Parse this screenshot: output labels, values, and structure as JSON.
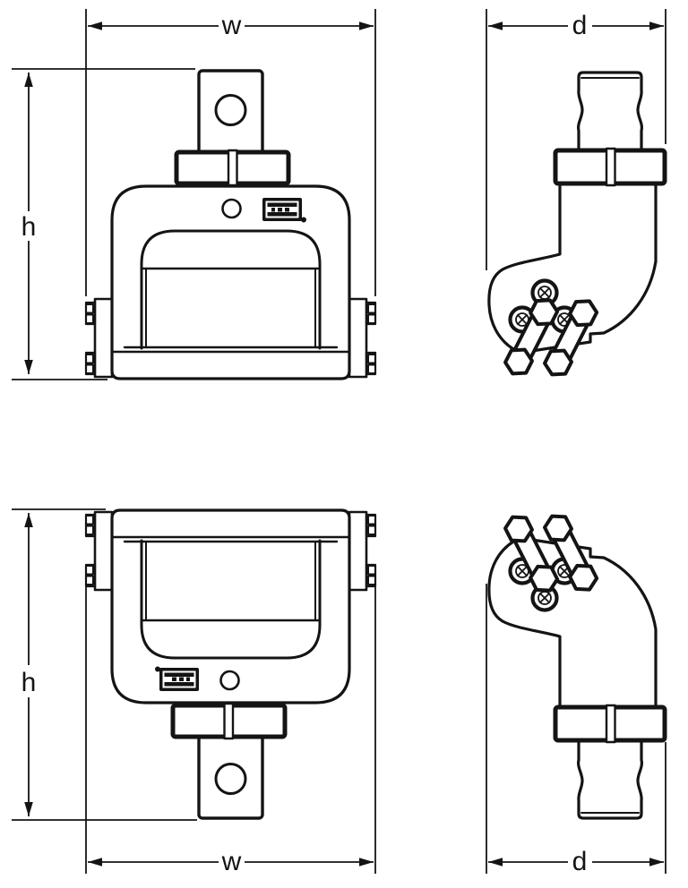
{
  "canvas": {
    "background": "#ffffff",
    "line_color": "#141414"
  },
  "dimensions": {
    "w_top": {
      "label": "w"
    },
    "h_top": {
      "label": "h"
    },
    "d_top": {
      "label": "d"
    },
    "h_bottom": {
      "label": "h"
    },
    "w_bottom": {
      "label": "w"
    },
    "d_bottom": {
      "label": "d"
    }
  }
}
